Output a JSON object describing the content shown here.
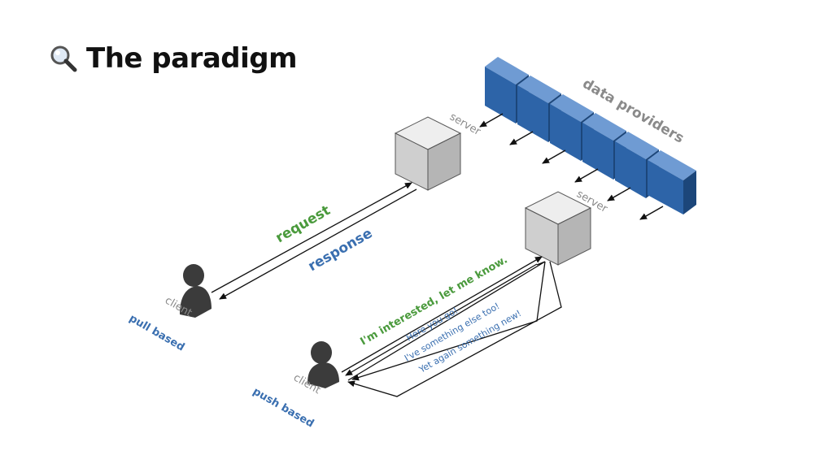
{
  "title": {
    "icon": "magnifier-icon",
    "text": "The paradigm"
  },
  "diagram": {
    "data_providers_label": "data providers",
    "server_label_top": "server",
    "server_label_bottom": "server",
    "pull": {
      "client_label": "client",
      "request_label": "request",
      "response_label": "response",
      "mode_label": "pull based"
    },
    "push": {
      "client_label": "client",
      "interest_label": "I'm interested, let me know.",
      "messages": [
        "Here you go!",
        "I've something else too!",
        "Yet again something new!"
      ],
      "mode_label": "push based"
    }
  },
  "colors": {
    "provider_blue": "#2d64a8",
    "green": "#4a9a3c",
    "blue": "#3a6fb0",
    "gray_text": "#8a8a8a",
    "person": "#3b3b3b"
  }
}
